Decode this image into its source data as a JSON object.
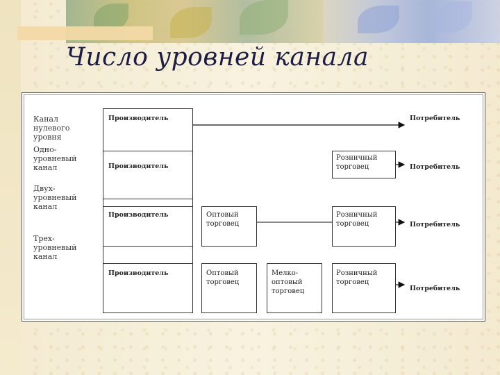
{
  "title": "Число уровней канала",
  "rows": [
    {
      "label": "Канал нулевого уровня",
      "producer": "Производитель",
      "consumer": "Потребитель"
    },
    {
      "label": "Одно-уровневый канал",
      "producer": "Производитель",
      "retailer": "Розничный торговец",
      "consumer": "Потребитель"
    },
    {
      "label": "Двух-уровневый канал",
      "producer": "Производитель",
      "wholesaler": "Оптовый торговец",
      "retailer": "Розничный торговец",
      "consumer": "Потребитель"
    },
    {
      "label": "Трех-уровневый канал",
      "producer": "Производитель",
      "wholesaler": "Оптовый торговец",
      "small_wholesaler": "Мелко-оптовый торговец",
      "retailer": "Розничный торговец",
      "consumer": "Потребитель"
    }
  ]
}
